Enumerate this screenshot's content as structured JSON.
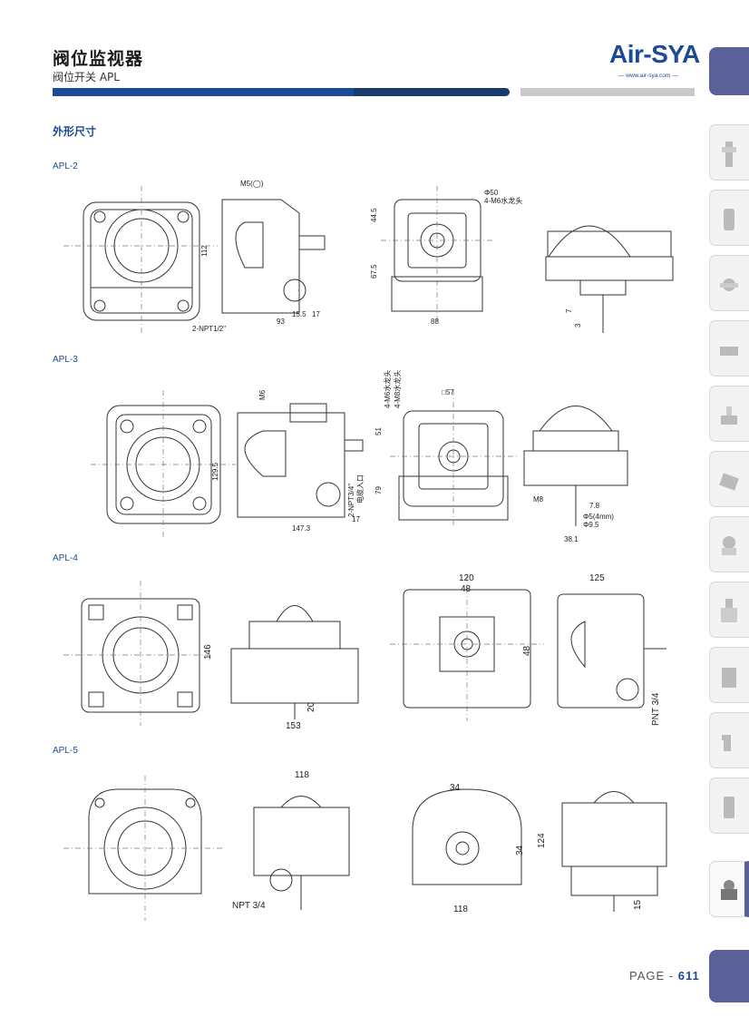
{
  "header": {
    "title": "阀位监视器",
    "subtitle": "阀位开关 APL",
    "logo_text": "Air-SYA",
    "logo_url": "— www.air-sya.com —"
  },
  "section_title": "外形尺寸",
  "models": {
    "apl2": {
      "label": "APL-2",
      "dims": {
        "m5": "M5(◯)",
        "h112": "112",
        "npt": "2-NPT1/2\"",
        "w93": "93",
        "w15_5": "15.5",
        "w17": "17",
        "phi50": "Φ50",
        "m6": "4-M6水龙头",
        "h44_5": "44.5",
        "h67_5": "67.5",
        "w88": "88",
        "d7": "7",
        "d3": "3"
      }
    },
    "apl3": {
      "label": "APL-3",
      "dims": {
        "m6": "M6",
        "h129_5": "129.5",
        "w147_3": "147.3",
        "w17": "17",
        "npt": "2-NPT3/4\"",
        "cable": "电缆入口",
        "m6b": "4-M6水龙头",
        "m8b": "4-M8水龙头",
        "sq57": "□57",
        "h51": "51",
        "h79": "79",
        "m8": "M8",
        "d7_8": "7.8",
        "phi5": "Φ5(4mm)",
        "phi9_5": "Φ9.5",
        "w38_1": "38.1"
      }
    },
    "apl4": {
      "label": "APL-4",
      "dims": {
        "h146": "146",
        "w153": "153",
        "d20": "20",
        "w120": "120",
        "w48": "48",
        "h48": "48",
        "w125": "125",
        "pnt": "PNT 3/4"
      }
    },
    "apl5": {
      "label": "APL-5",
      "dims": {
        "w118": "118",
        "npt": "NPT 3/4",
        "w34": "34",
        "h34": "34",
        "w118b": "118",
        "h124": "124",
        "d15": "15"
      }
    }
  },
  "page": {
    "prefix": "PAGE - ",
    "number": "611"
  },
  "colors": {
    "brand_blue": "#1d4a94",
    "dark_blue": "#1a3a6b",
    "tab_purple": "#5a619a",
    "gray_bar": "#c9c9c9"
  },
  "side_tabs": [
    "filter-icon",
    "lubricator-icon",
    "fitting-icon",
    "cylinder-icon",
    "valve-icon",
    "solenoid-icon",
    "regulator-icon",
    "manifold-icon",
    "gauge-icon",
    "elbow-icon",
    "silencer-icon",
    "limit-switch-icon"
  ]
}
